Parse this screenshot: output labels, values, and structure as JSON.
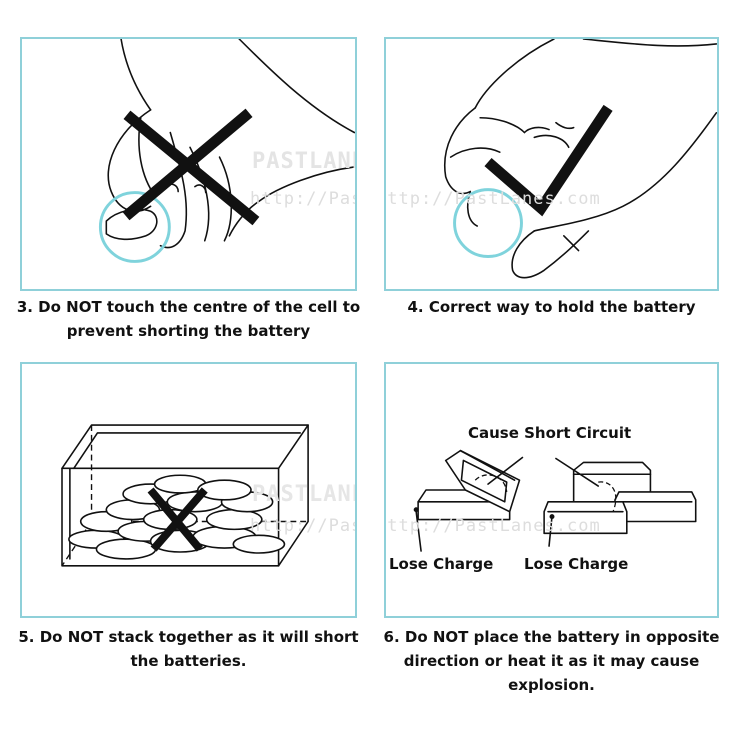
{
  "panels": [
    {
      "caption_lines": [
        "3. Do NOT touch the centre of the cell to",
        "prevent shorting the battery"
      ]
    },
    {
      "caption_lines": [
        "4. Correct way to hold the battery"
      ]
    },
    {
      "caption_lines": [
        "5. Do NOT stack together as it will short",
        "the batteries."
      ]
    },
    {
      "caption_lines": [
        "6. Do NOT place the battery in opposite",
        "direction or heat it as it may cause",
        "explosion."
      ],
      "labels": {
        "cause_short": "Cause Short Circuit",
        "lose_charge_left": "Lose Charge",
        "lose_charge_right": "Lose Charge"
      }
    }
  ],
  "watermark": {
    "url": "http://PastLanes.com",
    "brand": "PASTLANES"
  },
  "colors": {
    "panel_border": "#8fd0d9",
    "battery_outline": "#7fd3dc",
    "mark": "#111111"
  }
}
